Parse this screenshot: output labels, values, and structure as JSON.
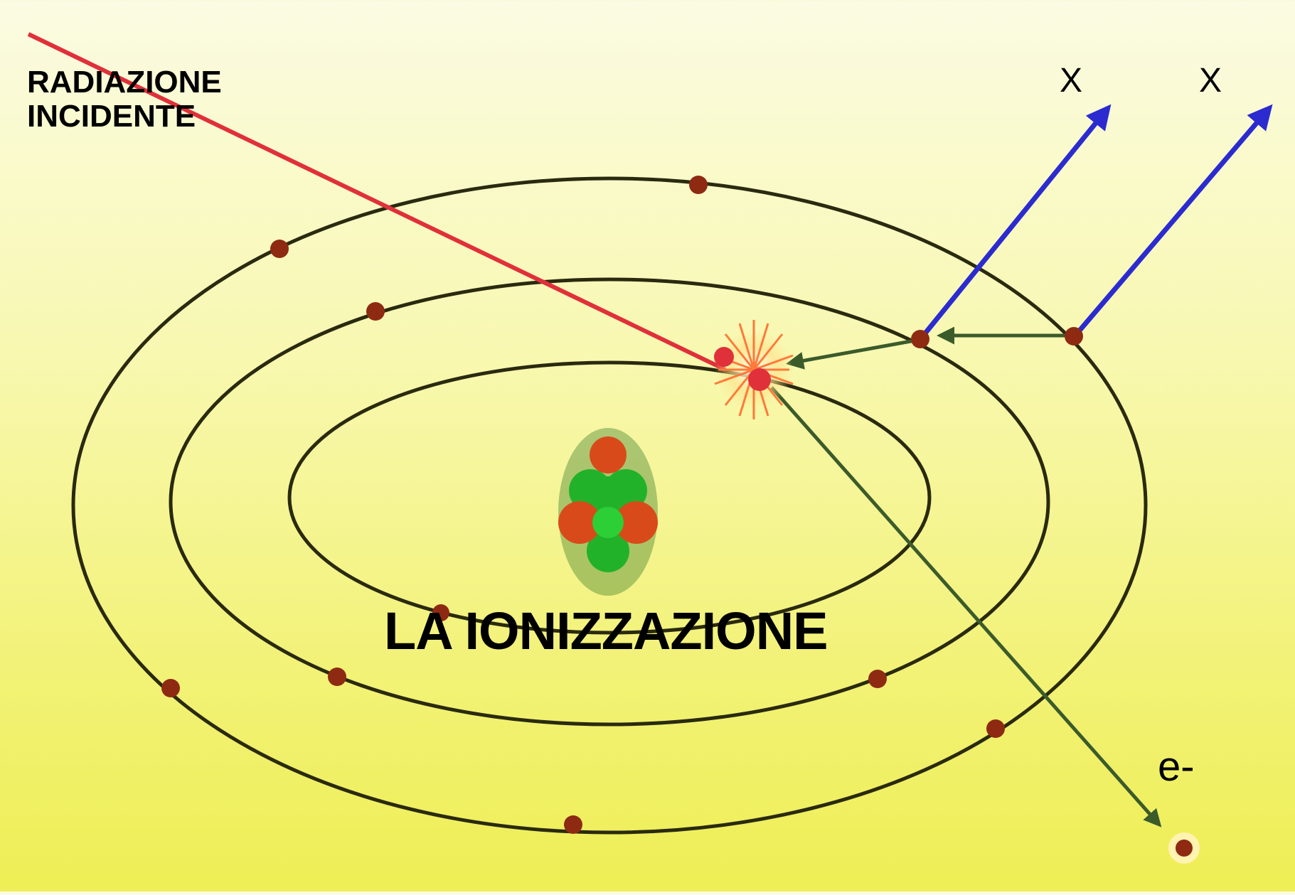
{
  "labels": {
    "incident_radiation": "RADIAZIONE\nINCIDENTE",
    "xray_1": "X",
    "xray_2": "X",
    "electron": "e-",
    "title": "LA IONIZZAZIONE"
  },
  "colors": {
    "orbit": "#2a2a10",
    "electron": "#8e2a12",
    "incident_ray": "#e0303a",
    "xray": "#2b2bd0",
    "ejected_path": "#3b5b2a",
    "proton": "#d94a1a",
    "neutron": "#22b22a",
    "flash": "#ff7a3a"
  }
}
